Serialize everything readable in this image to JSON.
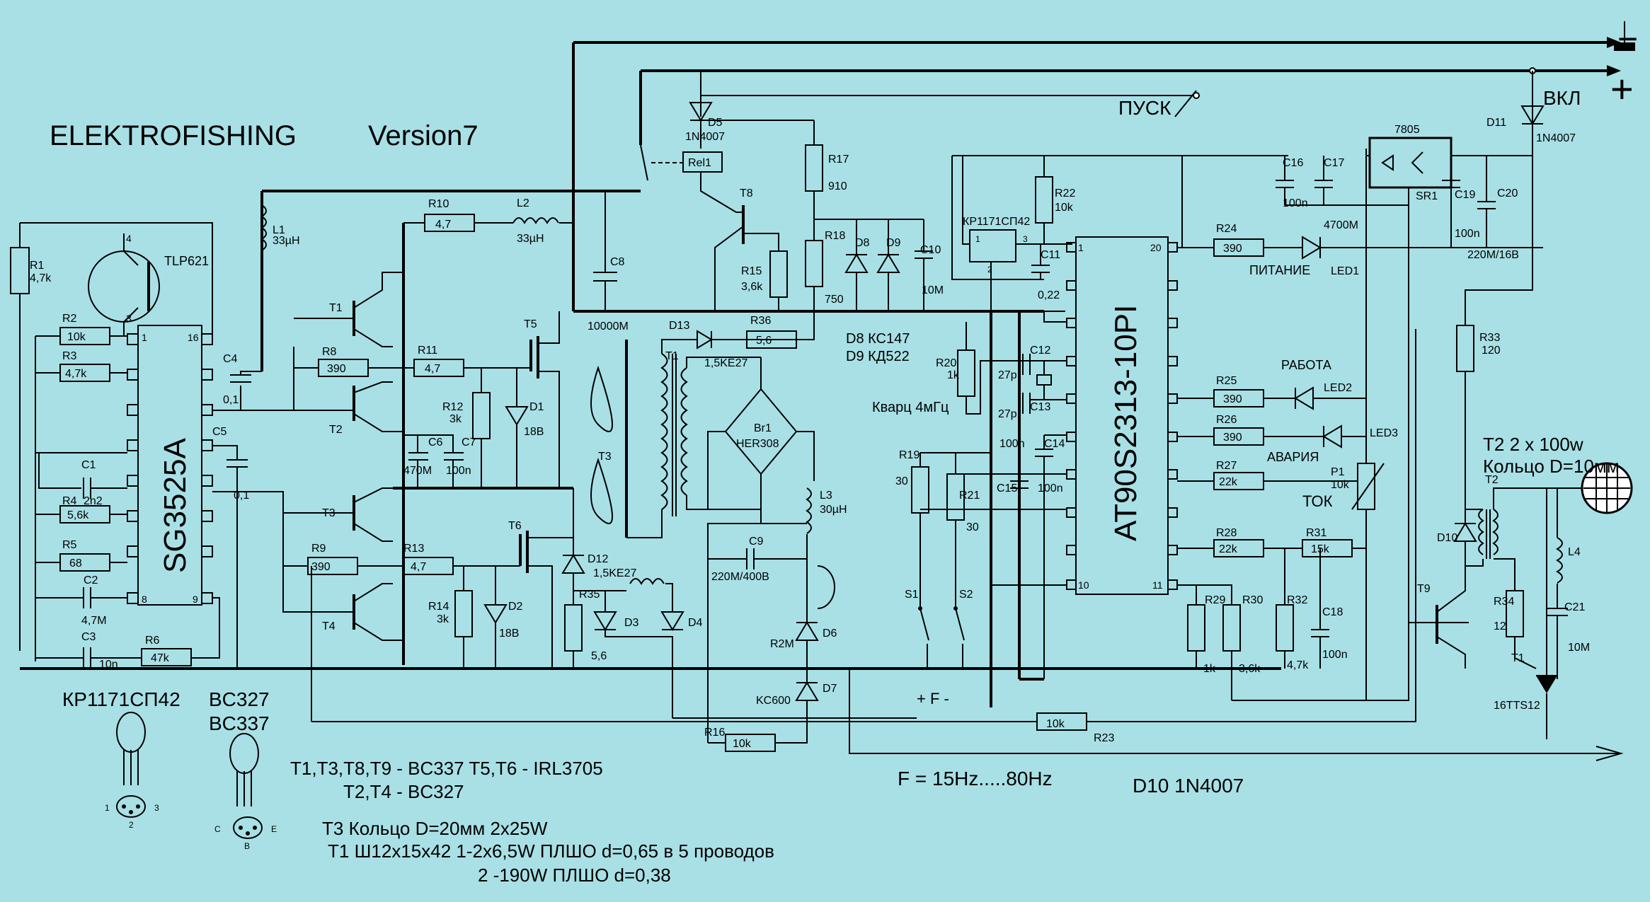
{
  "title": "ELEKTROFISHING",
  "version": "Version7",
  "chips": {
    "pwm": "SG3525A",
    "mcu": "AT90S2313-10PI",
    "opto": "TLP621",
    "regulator": "7805",
    "ref": "КР1171СП42"
  },
  "labels": {
    "start": "ПУСК",
    "power_on": "ВКЛ",
    "minus": "−",
    "plus": "+",
    "power_led": "ПИТАНИЕ",
    "work_led": "РАБОТА",
    "alarm_led": "АВАРИЯ",
    "current": "ТОК",
    "quartz": "Кварц 4мГц",
    "f_pm": "+ F -",
    "freq": "F = 15Hz.....80Hz",
    "t2_desc": "T2  2 x 100w",
    "t2_ring": "Кольцо D=10мм",
    "d10_note": "D10  1N4007",
    "d8": "D8 КС147",
    "d9": "D9 КД522"
  },
  "parts": {
    "R1": "R1",
    "R1v": "4,7k",
    "R2": "R2",
    "R2v": "10k",
    "R3": "R3",
    "R3v": "4,7k",
    "R4": "R4",
    "R4v": "2n2",
    "R4b": "5,6k",
    "R5": "R5",
    "R5v": "68",
    "R6": "R6",
    "R6v": "47k",
    "C1": "C1",
    "C2": "C2",
    "C2v": "4,7M",
    "C3": "C3",
    "C3v": "10n",
    "C4": "C4",
    "C4v": "0,1",
    "C5": "C5",
    "C5v": "0,1",
    "L1": "L1",
    "L1v": "33µH",
    "L2": "L2",
    "L2v": "33µH",
    "R10": "R10",
    "R10v": "4,7",
    "T1": "T1",
    "T2": "T2",
    "T3": "T3",
    "T4": "T4",
    "T5": "T5",
    "T6": "T6",
    "T8": "T8",
    "T9": "T9",
    "R8": "R8",
    "R8v": "390",
    "R11": "R11",
    "R11v": "4,7",
    "R9": "R9",
    "R9v": "390",
    "R13": "R13",
    "R13v": "4,7",
    "R12": "R12",
    "R12v": "3k",
    "R14": "R14",
    "R14v": "3k",
    "D1": "D1",
    "D1v": "18B",
    "D2": "D2",
    "D2v": "18B",
    "C6": "C6",
    "C7": "C7",
    "C6v": "470M",
    "C7v": "100n",
    "C8": "C8",
    "C8v": "10000M",
    "D5": "D5",
    "D5v": "1N4007",
    "Rel1": "Rel1",
    "R15": "R15",
    "R15v": "3,6k",
    "R17": "R17",
    "R17v": "910",
    "R18": "R18",
    "R18v": "750",
    "D8": "D8",
    "D9": "D9",
    "C10": "C10",
    "C10v": "10M",
    "D13": "D13",
    "D13v": "1,5KE27",
    "R36": "R36",
    "R36v": "5,6",
    "Br1": "Br1",
    "Br1v": "HER308",
    "L3": "L3",
    "L3v": "30µH",
    "C9": "C9",
    "C9v": "220M/400B",
    "D12": "D12",
    "D12v": "1,5KE27",
    "R35": "R35",
    "R35v": "5,6",
    "D3": "D3",
    "D4": "D4",
    "D6": "D6",
    "D6v": "R2M",
    "D7": "D7",
    "D7v": "KC600",
    "R16": "R16",
    "R16v": "10k",
    "R23": "R23",
    "R23v": "10k",
    "R22": "R22",
    "R22v": "10k",
    "C11": "C11",
    "C11v": "0,22",
    "R20": "R20",
    "R20v": "1k",
    "C12": "C12",
    "C12v": "27p",
    "C13": "C13",
    "C13v": "27p",
    "C14": "C14",
    "C14v": "100n",
    "C15": "C15",
    "C15v": "100n",
    "R19": "R19",
    "R19v": "30",
    "R21": "R21",
    "R21v": "30",
    "S1": "S1",
    "S2": "S2",
    "R24": "R24",
    "R24v": "390",
    "R25": "R25",
    "R25v": "390",
    "R26": "R26",
    "R26v": "390",
    "R27": "R27",
    "R27v": "22k",
    "R28": "R28",
    "R28v": "22k",
    "R31": "R31",
    "R31v": "15k",
    "R29": "R29",
    "R29v": "1k",
    "R30": "R30",
    "R30v": "3,6k",
    "R32": "R32",
    "R32v": "4,7k",
    "C18": "C18",
    "C18v": "100n",
    "P1": "P1",
    "P1v": "10k",
    "C16": "C16",
    "C17": "C17",
    "C16v": "100n",
    "LED1_cap": "4700M",
    "LED1": "LED1",
    "LED2": "LED2",
    "LED3": "LED3",
    "SR1": "SR1",
    "C19": "C19",
    "C19v": "100n",
    "C20": "C20",
    "C20v": "220M/16B",
    "D11": "D11",
    "D11v": "1N4007",
    "R33": "R33",
    "R33v": "120",
    "D10": "D10",
    "R34": "R34",
    "R34v": "12",
    "T1b": "T1",
    "T1bv": "16TTS12",
    "L4": "L4",
    "C21": "C21",
    "C21v": "10M",
    "pin1": "1",
    "pin16": "16",
    "pin8": "8",
    "pin9": "9",
    "pin10": "10",
    "pin11": "11",
    "pin20": "20",
    "pin3": "3",
    "pin2": "2",
    "pin4": "4",
    "refpin1": "1",
    "refpin2": "2",
    "refpin3": "3"
  },
  "notes": {
    "pkg1": "КР1171СП42",
    "pkg2a": "BC327",
    "pkg2b": "BC337",
    "n1": "T1,T3,T8,T9 - BC337   T5,T6 - IRL3705",
    "n2": "T2,T4 - BC327",
    "n3": "T3  Кольцо D=20мм  2x25W",
    "n4": "T1 Ш12x15x42  1-2x6,5W ПЛШО d=0,65 в 5 проводов",
    "n5": "2 -190W ПЛШО d=0,38",
    "pin_c": "C",
    "pin_b": "B",
    "pin_e": "E",
    "p1": "1",
    "p2": "2",
    "p3": "3"
  }
}
